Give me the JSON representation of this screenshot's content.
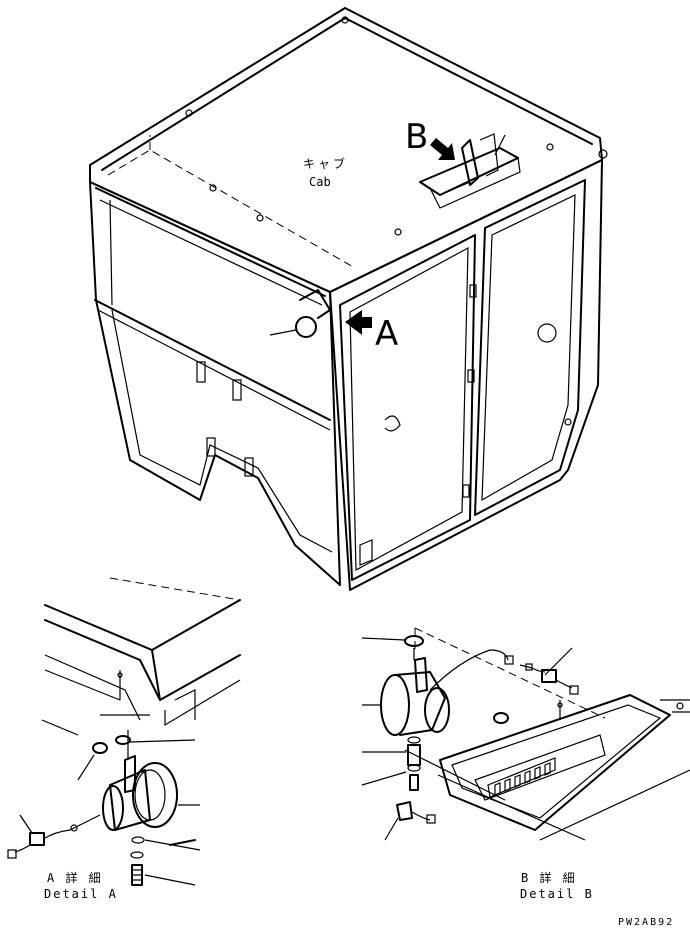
{
  "labels": {
    "cab_jp": "キャブ",
    "cab_en": "Cab",
    "callout_a": "A",
    "callout_b": "B",
    "detail_a_jp": "A 詳 細",
    "detail_a_en": "Detail A",
    "detail_b_jp": "B 詳 細",
    "detail_b_en": "Detail B",
    "drawing_code": "PW2AB92"
  },
  "icons": {
    "arrow_a": "arrow-left-icon",
    "arrow_b": "arrow-down-right-icon"
  }
}
